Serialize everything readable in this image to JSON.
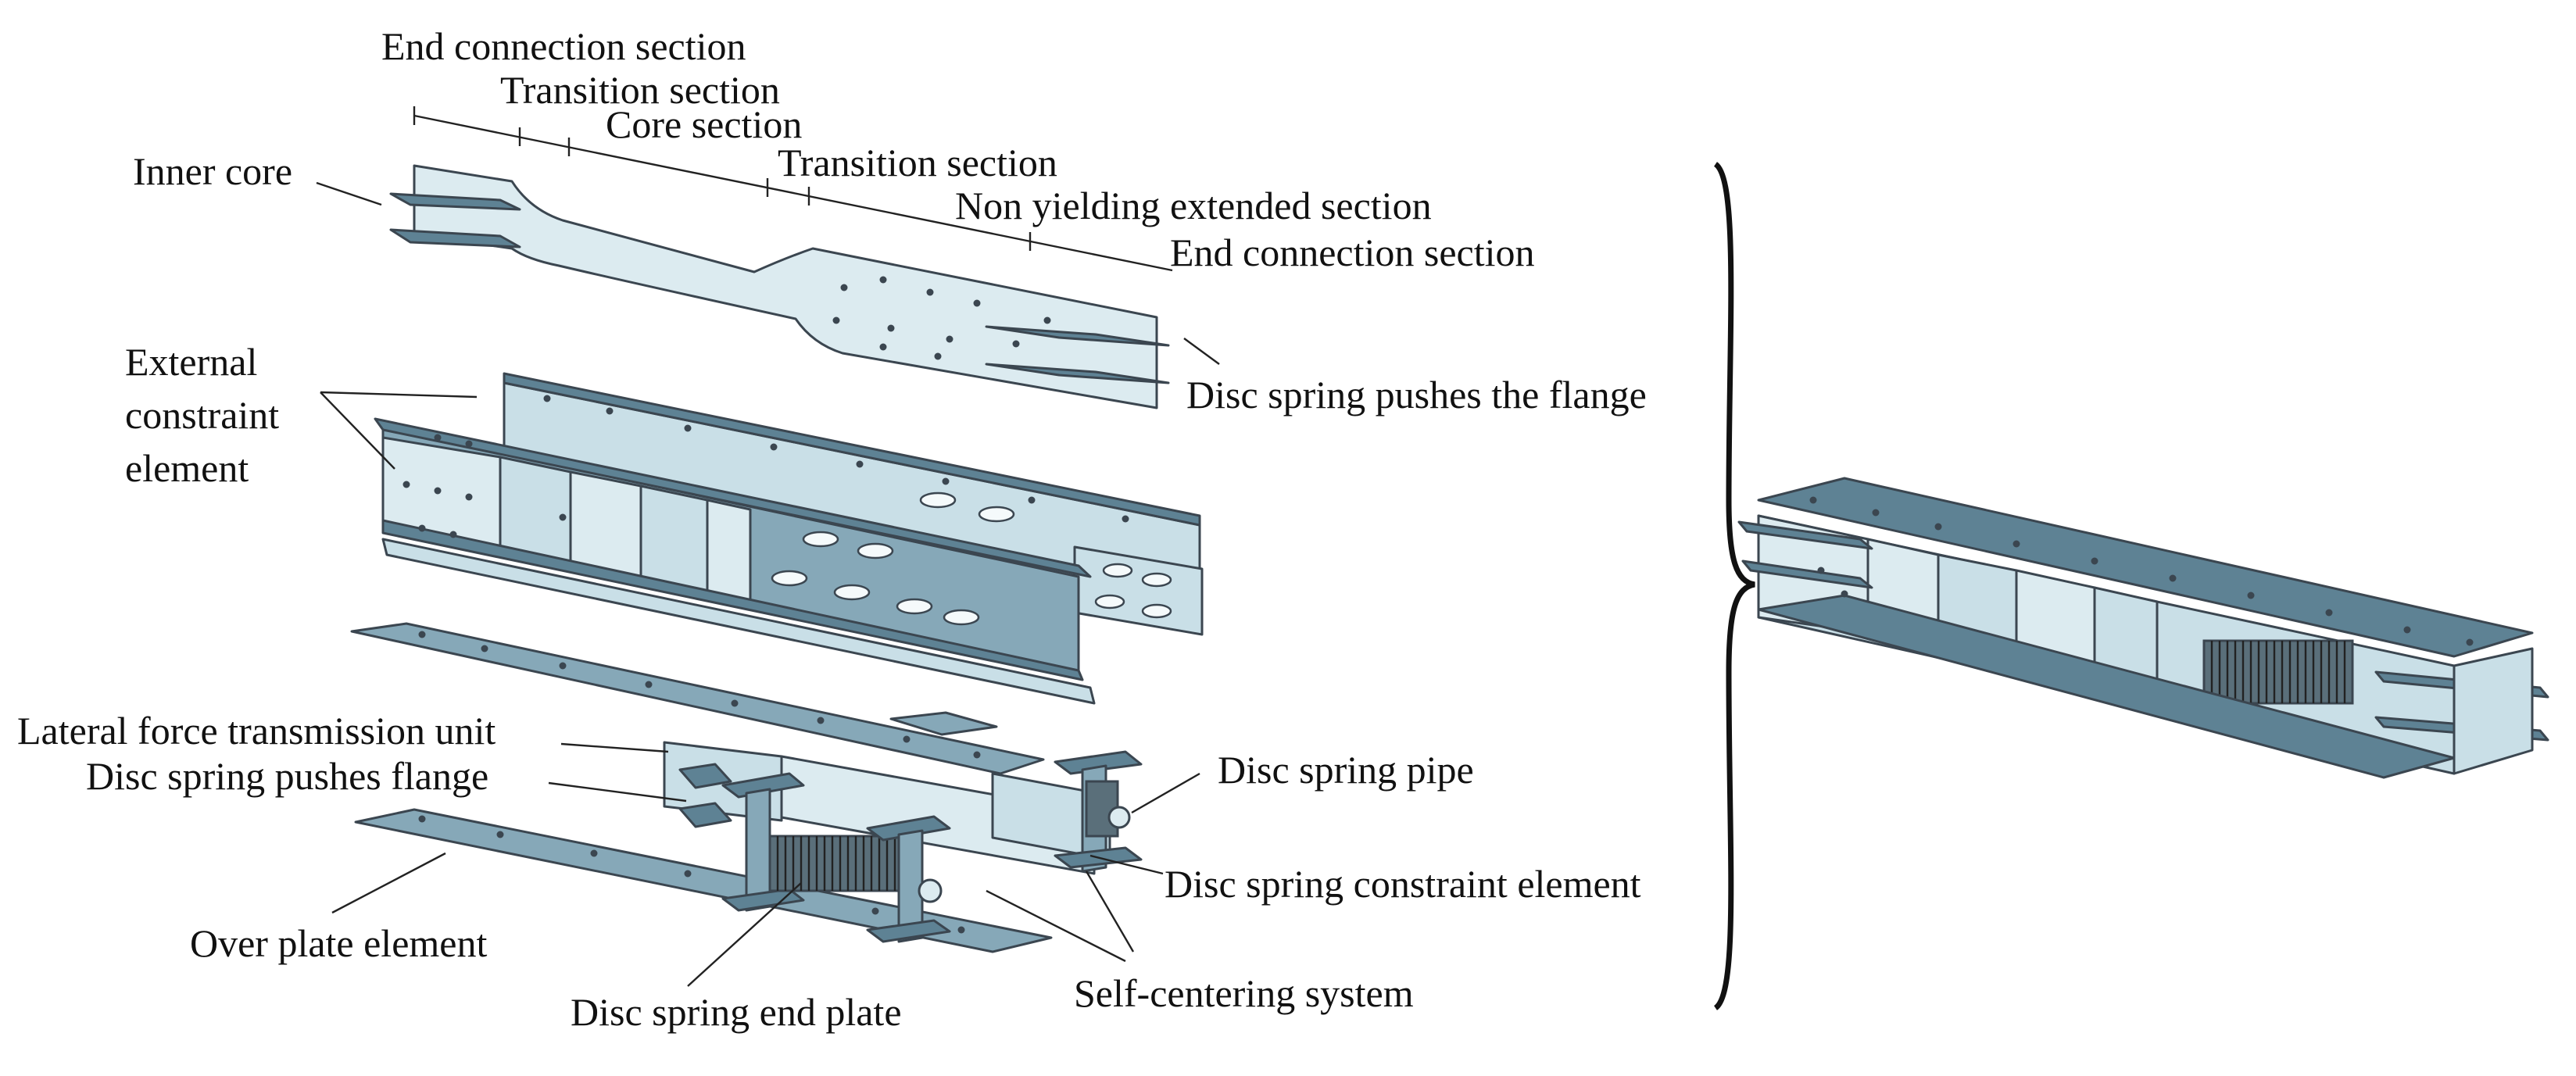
{
  "labels": {
    "end_connection_top": "End connection section",
    "transition_1": "Transition section",
    "core_section": "Core section",
    "transition_2": "Transition section",
    "non_yielding": "Non yielding extended section",
    "end_connection_right": "End connection section",
    "inner_core": "Inner core",
    "disc_spring_pushes_the_flange": "Disc spring pushes the flange",
    "external_constraint_line1": "External",
    "external_constraint_line2": "constraint",
    "external_constraint_line3": "element",
    "lateral_force": "Lateral force transmission unit",
    "disc_spring_pushes_flange": "Disc spring pushes flange",
    "disc_spring_pipe": "Disc spring pipe",
    "disc_spring_constraint": "Disc spring constraint element",
    "over_plate": "Over plate element",
    "disc_spring_end_plate": "Disc spring end plate",
    "self_centering": "Self-centering system"
  },
  "colors": {
    "steel_dark": "#5e8294",
    "steel_mid": "#86a8b8",
    "steel_light": "#c9dfe7",
    "edge": "#3b4650",
    "text": "#111111"
  }
}
